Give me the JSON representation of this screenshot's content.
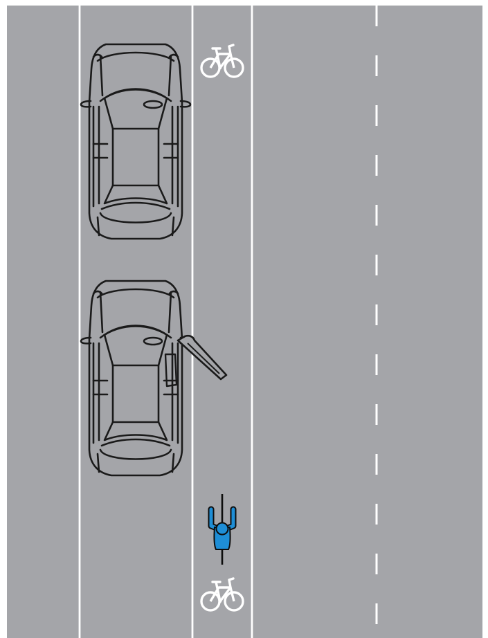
{
  "colors": {
    "background": "#ffffff",
    "road": "#a4a5a9",
    "line": "#ffffff",
    "car_fill": "#a4a5a9",
    "car_stroke": "#1a1a1a",
    "cyclist": "#1e8ed6",
    "cyclist_outline": "#0d0d0d"
  },
  "icons": {
    "bike_lane_symbol": "bicycle-icon",
    "cyclist": "cyclist-icon",
    "car": "car-icon",
    "open_door": "car-door-icon"
  },
  "scene": {
    "parked_cars": [
      {
        "name": "parked-car-top",
        "door_open": false
      },
      {
        "name": "parked-car-bottom",
        "door_open": true
      }
    ],
    "bike_lane_symbols": [
      {
        "name": "bike-lane-symbol-top"
      },
      {
        "name": "bike-lane-symbol-bottom"
      }
    ],
    "cyclist": {
      "name": "cyclist",
      "direction": "up"
    },
    "center_line": "dashed"
  }
}
